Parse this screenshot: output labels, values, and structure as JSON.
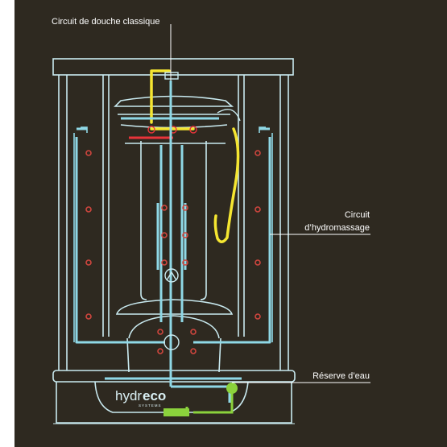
{
  "labels": {
    "classic_shower_circuit": "Circuit de douche classique",
    "hydromassage_circuit_line1": "Circuit",
    "hydromassage_circuit_line2": "d’hydromassage",
    "water_reserve": "Réserve d’eau"
  },
  "logo": {
    "main_left": "hydr",
    "main_right": "eco",
    "sub": "SYSTEMS"
  },
  "colors": {
    "background": "#2e2920",
    "outline": "#c9eaf0",
    "hydromassage_pipe": "#8fd8e6",
    "classic_pipe": "#f5e631",
    "hot_water": "#e8343a",
    "reserve_pump": "#8bd23c",
    "nozzle": "#d0463e"
  }
}
